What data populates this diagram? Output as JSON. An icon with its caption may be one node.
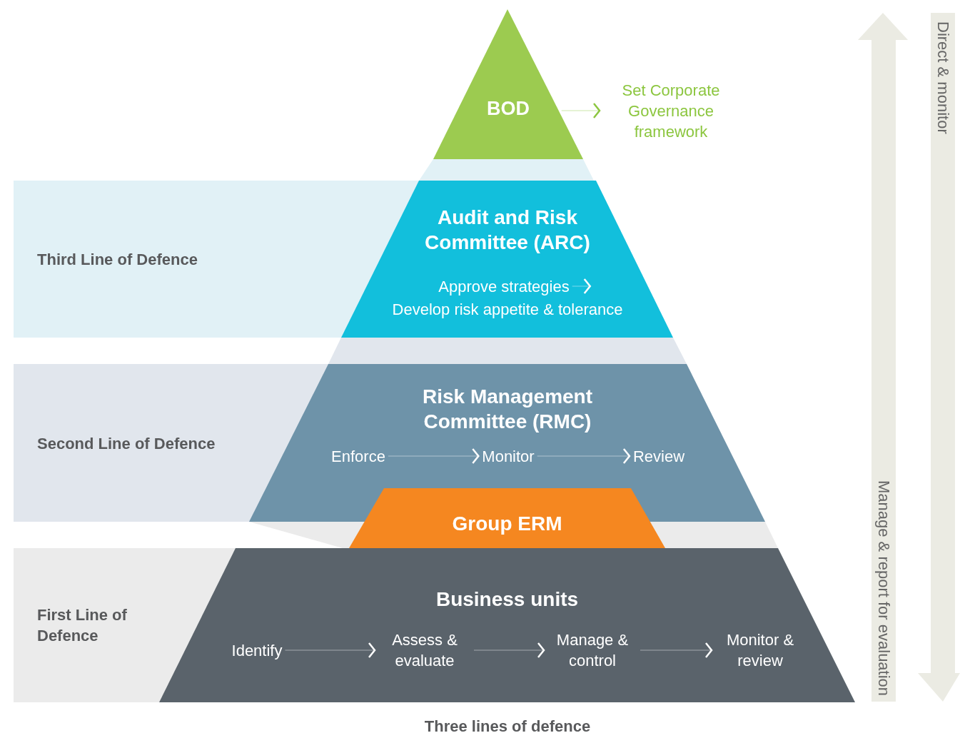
{
  "diagram": {
    "caption": "Three lines of defence",
    "nodes": [
      {
        "text": [
          "Third Line of Defence"
        ]
      },
      {
        "text": [
          "Second Line of Defence"
        ]
      },
      {
        "text": [
          "First Line of Defence"
        ]
      },
      {
        "text": [
          "BOD"
        ]
      },
      {
        "text": [
          "Set Corporate Governance framework"
        ]
      },
      {
        "text": [
          "Audit and Risk Committee (ARC)"
        ]
      },
      {
        "text": [
          "Approve strategies"
        ],
        "in": 5
      },
      {
        "text": [
          "Develop risk appetite & tolerance"
        ],
        "in": 5
      },
      {
        "text": [
          "Risk Management Committee (RMC)"
        ]
      },
      {
        "text": [
          "Enforce"
        ],
        "in": 8
      },
      {
        "text": [
          "Monitor"
        ],
        "in": 8
      },
      {
        "text": [
          "Review"
        ],
        "in": 8
      },
      {
        "text": [
          "Group ERM"
        ]
      },
      {
        "text": [
          "Business units"
        ]
      },
      {
        "text": [
          "Identify"
        ],
        "in": 13
      },
      {
        "text": [
          "Assess & evaluate"
        ],
        "in": 13
      },
      {
        "text": [
          "Manage & control"
        ],
        "in": 13
      },
      {
        "text": [
          "Monitor & review"
        ],
        "in": 13
      },
      {
        "text": [
          "Manage & report for evaluation"
        ]
      },
      {
        "text": [
          "Direct & monitor"
        ]
      }
    ],
    "edges": [
      {
        "from": 3,
        "to": 4,
        "arrow": "to",
        "color": "#8cc63f"
      },
      {
        "from": 6,
        "to": null,
        "arrow": "to"
      },
      {
        "from": 9,
        "to": 10,
        "arrow": "to"
      },
      {
        "from": 10,
        "to": 11,
        "arrow": "to"
      },
      {
        "from": 14,
        "to": 15,
        "arrow": "to"
      },
      {
        "from": 15,
        "to": 16,
        "arrow": "to"
      },
      {
        "from": 16,
        "to": 17,
        "arrow": "to"
      }
    ]
  }
}
